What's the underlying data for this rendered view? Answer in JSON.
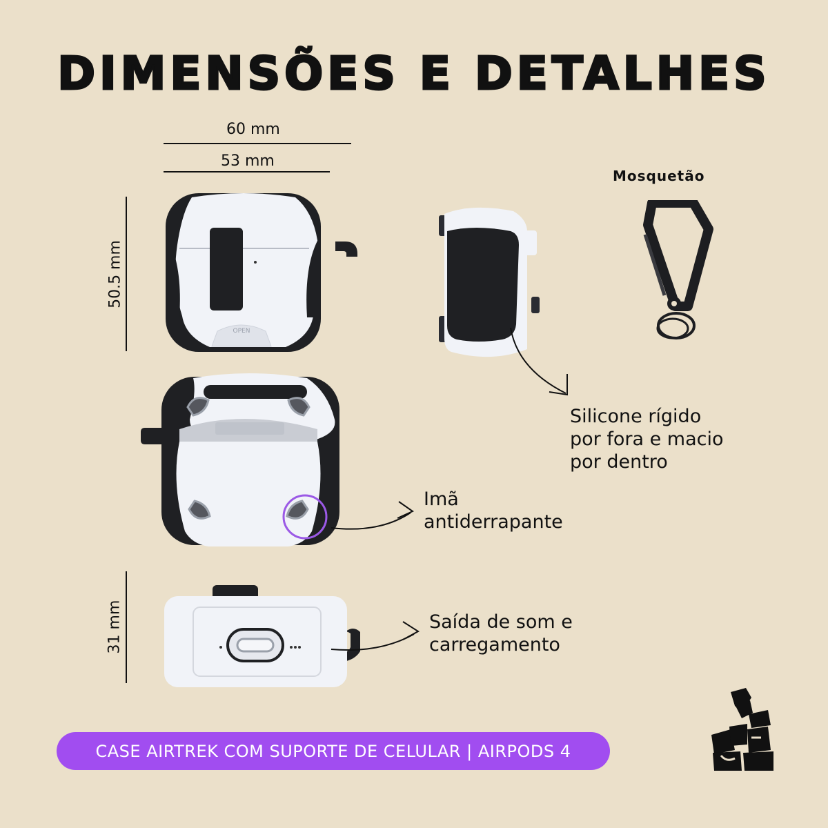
{
  "title": "DIMENSÕES E DETALHES",
  "dimensions": {
    "outer_width": "60 mm",
    "inner_width": "53 mm",
    "height": "50.5 mm",
    "depth": "31 mm"
  },
  "callouts": {
    "material": [
      "Silicone rígido",
      "por fora e macio",
      "por dentro"
    ],
    "magnet": [
      "Imã",
      "antiderrapante"
    ],
    "port": [
      "Saída de som e",
      "carregamento"
    ]
  },
  "carabiner_label": "Mosquetão",
  "front_case_label": "OPEN",
  "footer_banner": "CASE AIRTREK COM SUPORTE DE CELULAR | AIRPODS 4",
  "colors": {
    "background": "#ebe0ca",
    "banner": "#a14df0",
    "highlight_ring": "#9b59e6",
    "case_white": "#f1f3f8",
    "case_dark": "#1f2023"
  },
  "icons": [
    "brand-logo-icon"
  ]
}
